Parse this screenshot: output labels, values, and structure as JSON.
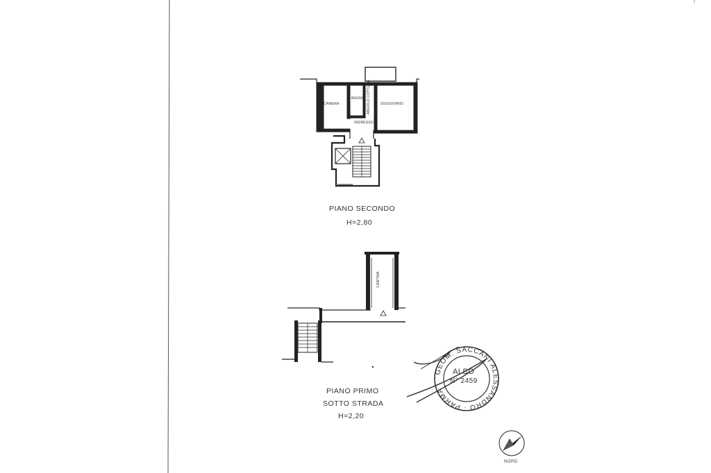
{
  "floors": [
    {
      "title": "PIANO SECONDO",
      "height": "H=2,80",
      "rooms": {
        "camera": "CAMERA",
        "bagno": "BAGNO",
        "soggiorno": "SOGGIORNO",
        "ingresso": "INGRESSO",
        "angolo_cottura": "ANGOLO COTTURA"
      }
    },
    {
      "title_line1": "PIANO PRIMO",
      "title_line2": "SOTTO STRADA",
      "height": "H=2,20",
      "rooms": {
        "cantina": "CANTINA"
      }
    }
  ],
  "stamp": {
    "ring_text": "GEOM. SACCANI ALESSANDRO · PARMA ·",
    "center_line1": "ALBO",
    "center_line2": "N° 2459"
  },
  "compass": {
    "label": "NORD"
  }
}
